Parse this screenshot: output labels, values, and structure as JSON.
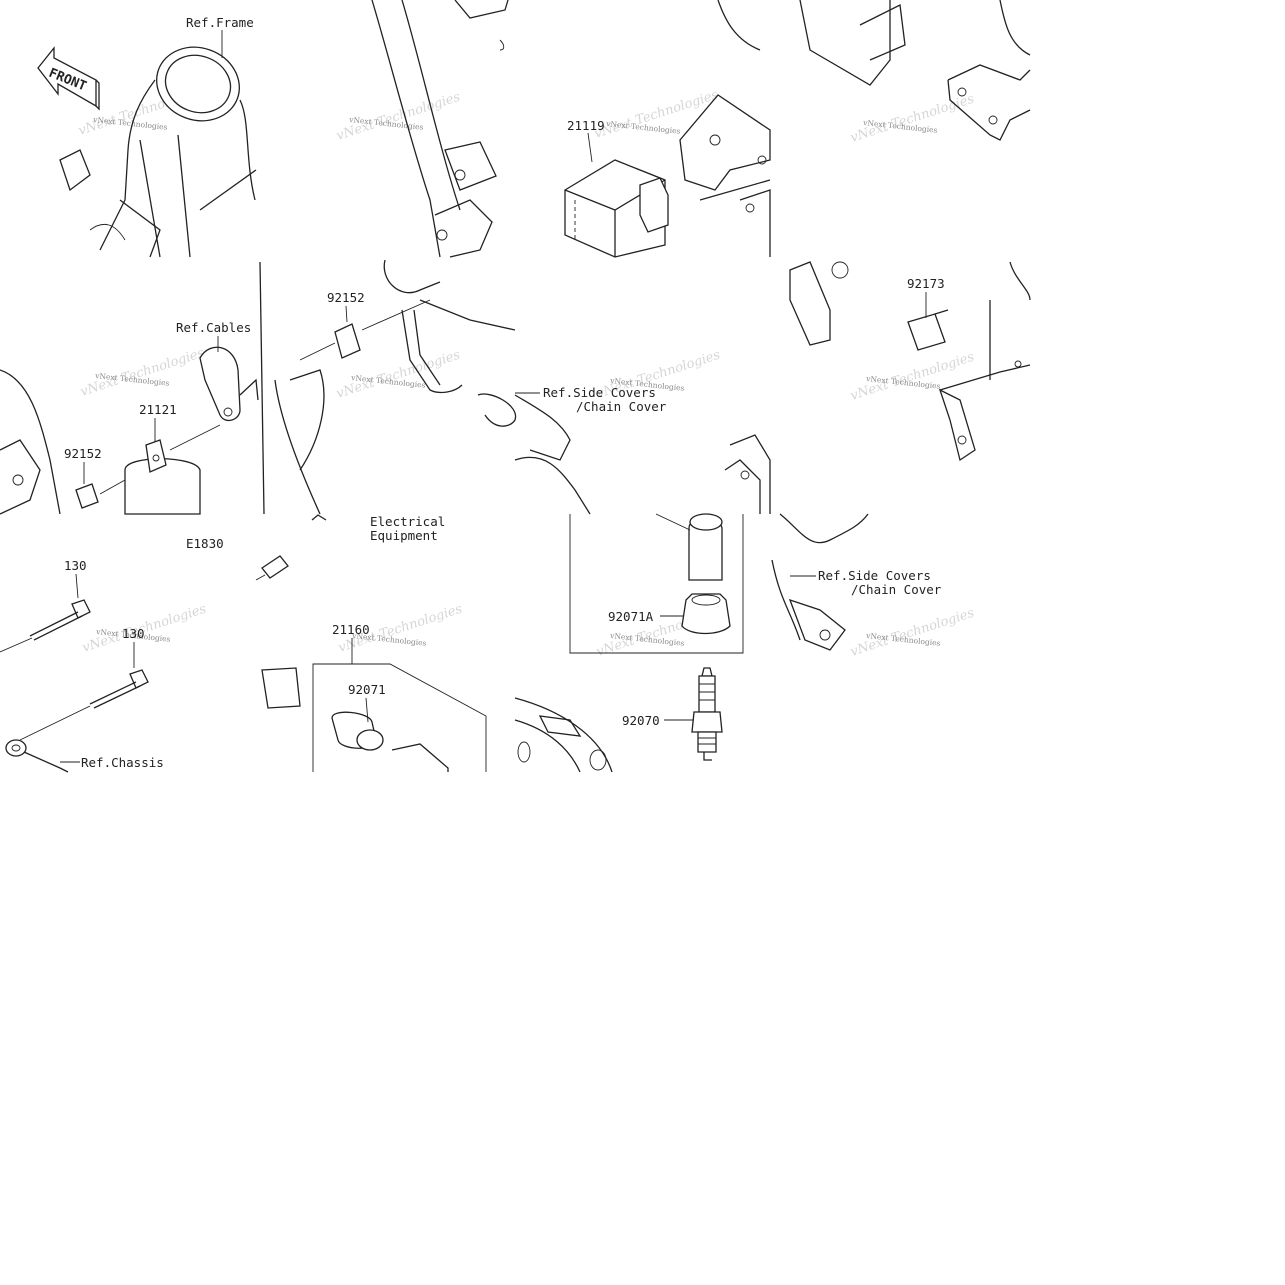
{
  "diagram": {
    "code": "E1830",
    "section_title_line1": "Electrical",
    "section_title_line2": "Equipment",
    "front_label": "FRONT",
    "watermark": "vNext Technologies",
    "labels": {
      "ref_frame": "Ref.Frame",
      "ref_cables": "Ref.Cables",
      "ref_chassis": "Ref.Chassis",
      "ref_side_covers_a_line1": "Ref.Side Covers",
      "ref_side_covers_a_line2": "/Chain Cover",
      "ref_side_covers_b_line1": "Ref.Side Covers",
      "ref_side_covers_b_line2": "/Chain Cover",
      "part_21119": "21119",
      "part_92152_top": "92152",
      "part_92152_bottom": "92152",
      "part_21121": "21121",
      "part_92173": "92173",
      "part_130_a": "130",
      "part_130_b": "130",
      "part_21160": "21160",
      "part_92071": "92071",
      "part_92071A": "92071A",
      "part_92070": "92070"
    }
  }
}
